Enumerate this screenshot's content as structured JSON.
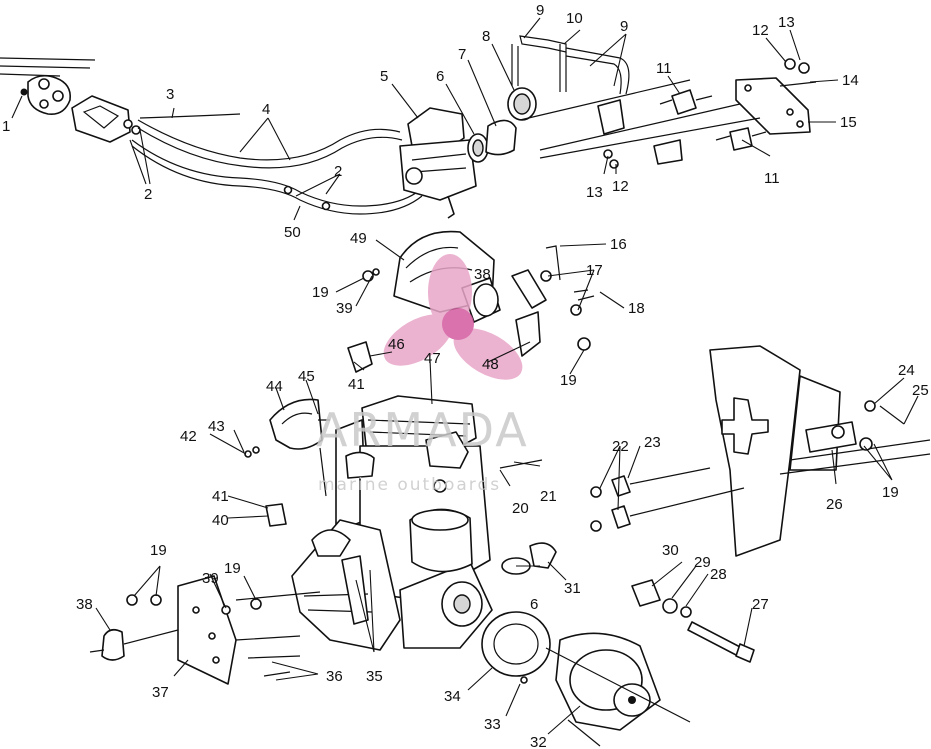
{
  "watermark": {
    "brand": "ARMADA",
    "tagline": "marine outboards",
    "accent_color": "#e8a6c8",
    "accent_core_color": "#d35a9f",
    "text_color": "#c9c9c9"
  },
  "diagram": {
    "line_color": "#111111",
    "callouts": [
      {
        "id": "c1",
        "label": "1"
      },
      {
        "id": "c2a",
        "label": "2"
      },
      {
        "id": "c2b",
        "label": "2"
      },
      {
        "id": "c3",
        "label": "3"
      },
      {
        "id": "c4",
        "label": "4"
      },
      {
        "id": "c5",
        "label": "5"
      },
      {
        "id": "c6a",
        "label": "6"
      },
      {
        "id": "c7",
        "label": "7"
      },
      {
        "id": "c8",
        "label": "8"
      },
      {
        "id": "c9a",
        "label": "9"
      },
      {
        "id": "c9b",
        "label": "9"
      },
      {
        "id": "c10",
        "label": "10"
      },
      {
        "id": "c11a",
        "label": "11"
      },
      {
        "id": "c11b",
        "label": "11"
      },
      {
        "id": "c12a",
        "label": "12"
      },
      {
        "id": "c12b",
        "label": "12"
      },
      {
        "id": "c13a",
        "label": "13"
      },
      {
        "id": "c13b",
        "label": "13"
      },
      {
        "id": "c14",
        "label": "14"
      },
      {
        "id": "c15",
        "label": "15"
      },
      {
        "id": "c16",
        "label": "16"
      },
      {
        "id": "c17",
        "label": "17"
      },
      {
        "id": "c18",
        "label": "18"
      },
      {
        "id": "c19a",
        "label": "19"
      },
      {
        "id": "c19b",
        "label": "19"
      },
      {
        "id": "c19c",
        "label": "19"
      },
      {
        "id": "c19d",
        "label": "19"
      },
      {
        "id": "c19e",
        "label": "19"
      },
      {
        "id": "c20",
        "label": "20"
      },
      {
        "id": "c21",
        "label": "21"
      },
      {
        "id": "c22",
        "label": "22"
      },
      {
        "id": "c23",
        "label": "23"
      },
      {
        "id": "c24",
        "label": "24"
      },
      {
        "id": "c25",
        "label": "25"
      },
      {
        "id": "c26",
        "label": "26"
      },
      {
        "id": "c27",
        "label": "27"
      },
      {
        "id": "c28",
        "label": "28"
      },
      {
        "id": "c29",
        "label": "29"
      },
      {
        "id": "c30",
        "label": "30"
      },
      {
        "id": "c31",
        "label": "31"
      },
      {
        "id": "c32",
        "label": "32"
      },
      {
        "id": "c33",
        "label": "33"
      },
      {
        "id": "c34",
        "label": "34"
      },
      {
        "id": "c35",
        "label": "35"
      },
      {
        "id": "c36",
        "label": "36"
      },
      {
        "id": "c37",
        "label": "37"
      },
      {
        "id": "c38",
        "label": "38"
      },
      {
        "id": "c39a",
        "label": "39"
      },
      {
        "id": "c39b",
        "label": "39"
      },
      {
        "id": "c40",
        "label": "40"
      },
      {
        "id": "c41a",
        "label": "41"
      },
      {
        "id": "c41b",
        "label": "41"
      },
      {
        "id": "c42",
        "label": "42"
      },
      {
        "id": "c43",
        "label": "43"
      },
      {
        "id": "c44",
        "label": "44"
      },
      {
        "id": "c45",
        "label": "45"
      },
      {
        "id": "c46",
        "label": "46"
      },
      {
        "id": "c47",
        "label": "47"
      },
      {
        "id": "c48",
        "label": "48"
      },
      {
        "id": "c49",
        "label": "49"
      },
      {
        "id": "c50",
        "label": "50"
      },
      {
        "id": "c6b",
        "label": "6"
      },
      {
        "id": "c38b",
        "label": "38"
      }
    ]
  }
}
